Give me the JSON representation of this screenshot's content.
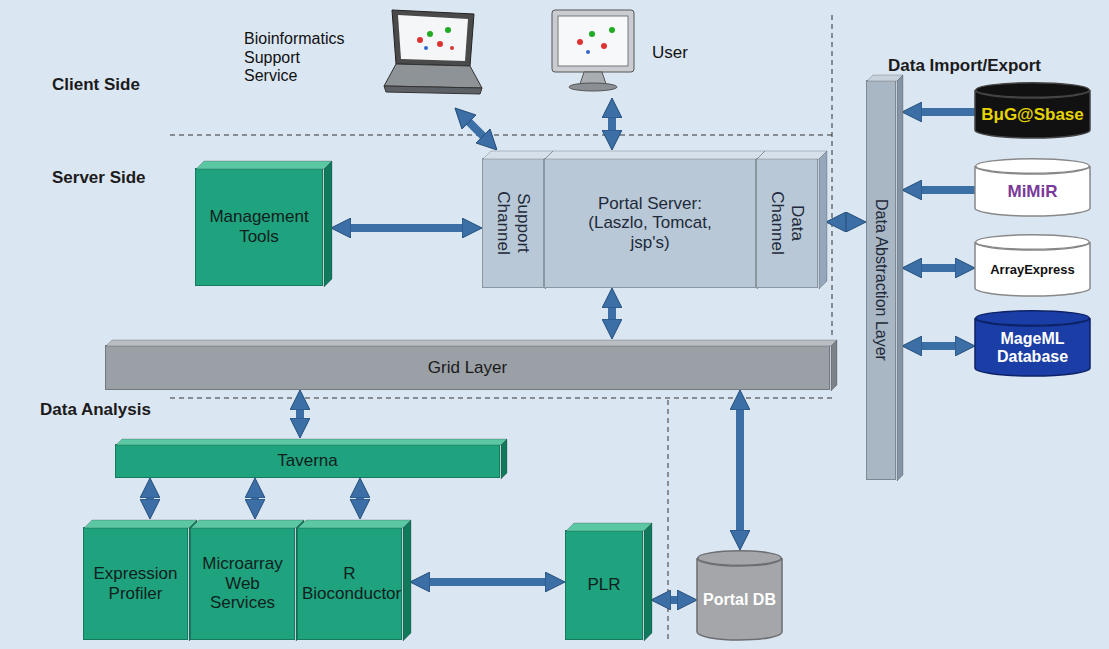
{
  "diagram": {
    "nodes": [
      {
        "text": [
          "Bioinformatics Support Service"
        ]
      },
      {
        "text": [
          "User"
        ]
      },
      {
        "text": [
          "Management Tools"
        ]
      },
      {
        "text": [
          "Support Channel"
        ]
      },
      {
        "text": [
          "Portal Server: (Laszlo, Tomcat, jsp's)"
        ]
      },
      {
        "text": [
          "Data Channel"
        ]
      },
      {
        "text": [
          "Data Abstraction Layer"
        ]
      },
      {
        "text": [
          "BμG@Sbase"
        ]
      },
      {
        "text": [
          "MiMiR"
        ]
      },
      {
        "text": [
          "ArrayExpress"
        ]
      },
      {
        "text": [
          "MageML Database"
        ]
      },
      {
        "text": [
          "Grid Layer"
        ]
      },
      {
        "text": [
          "Taverna"
        ]
      },
      {
        "text": [
          "Expression Profiler"
        ]
      },
      {
        "text": [
          "Microarray Web Services"
        ]
      },
      {
        "text": [
          "R Bioconductor"
        ]
      },
      {
        "text": [
          "PLR"
        ]
      },
      {
        "text": [
          "Portal DB"
        ]
      }
    ],
    "edges": [
      {
        "from": 0,
        "to": 3,
        "arrow": "both"
      },
      {
        "from": 1,
        "to": 4,
        "arrow": "both"
      },
      {
        "from": 2,
        "to": 3,
        "arrow": "both"
      },
      {
        "from": 5,
        "to": 6,
        "arrow": "both"
      },
      {
        "from": 7,
        "to": 6,
        "arrow": "to"
      },
      {
        "from": 8,
        "to": 6,
        "arrow": "to"
      },
      {
        "from": 9,
        "to": 6,
        "arrow": "both"
      },
      {
        "from": 10,
        "to": 6,
        "arrow": "both"
      },
      {
        "from": 4,
        "to": 11,
        "arrow": "both"
      },
      {
        "from": 11,
        "to": 12,
        "arrow": "both"
      },
      {
        "from": 11,
        "to": 17,
        "arrow": "both"
      },
      {
        "from": 12,
        "to": 13,
        "arrow": "both"
      },
      {
        "from": 12,
        "to": 14,
        "arrow": "both"
      },
      {
        "from": 12,
        "to": 15,
        "arrow": "both"
      },
      {
        "from": 15,
        "to": 16,
        "arrow": "both"
      },
      {
        "from": 16,
        "to": 17,
        "arrow": "both"
      }
    ],
    "labels": [
      "Client Side",
      "Server Side",
      "Data Analysis",
      "Data Import/Export"
    ]
  }
}
